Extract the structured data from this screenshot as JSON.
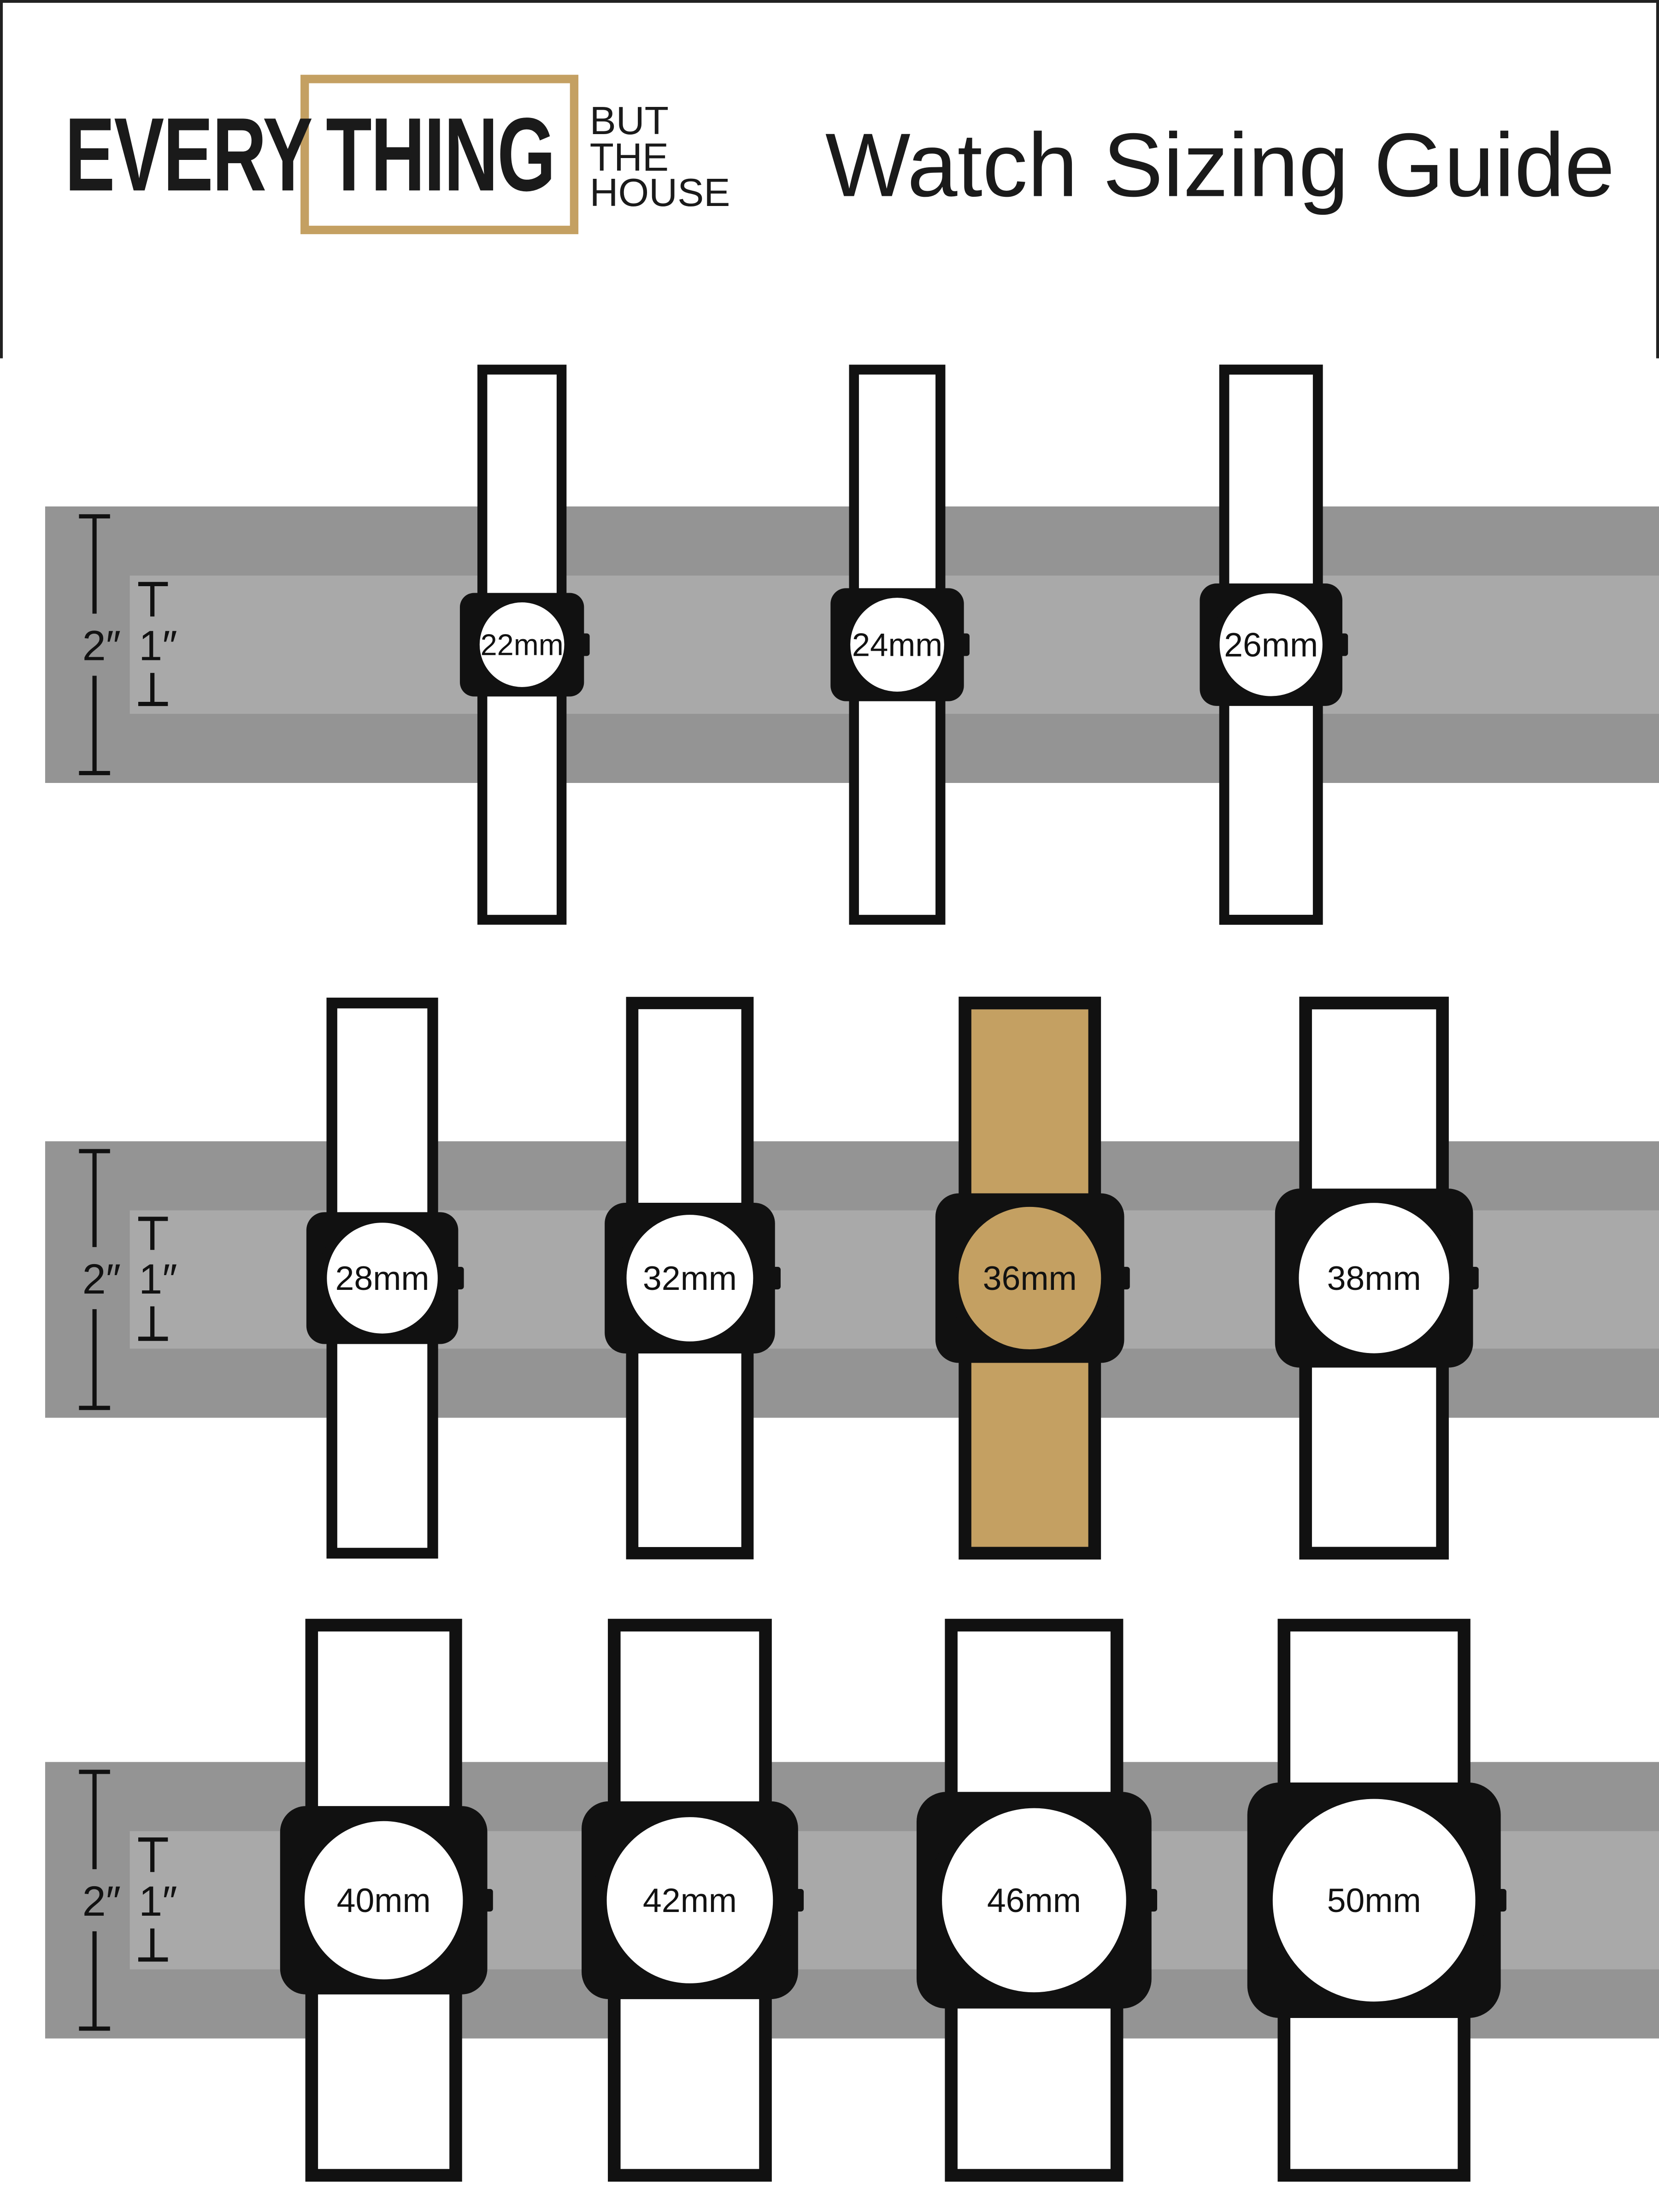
{
  "header": {
    "logo_every": "EVERY",
    "logo_thing": "THING",
    "logo_but": "BUT",
    "logo_the": "THE",
    "logo_house": "HOUSE",
    "title": "Watch Sizing Guide"
  },
  "scale_labels": {
    "two_inch": "2″",
    "one_inch": "1″"
  },
  "colors": {
    "outer_band": "#949494",
    "inner_band": "#a9a9a9",
    "outline": "#111111",
    "highlight": "#c4a062",
    "logo_gold": "#c4a062"
  },
  "watch_rows": [
    {
      "watches": [
        {
          "label": "22mm",
          "size_mm": 22,
          "highlighted": false
        },
        {
          "label": "24mm",
          "size_mm": 24,
          "highlighted": false
        },
        {
          "label": "26mm",
          "size_mm": 26,
          "highlighted": false
        }
      ]
    },
    {
      "watches": [
        {
          "label": "28mm",
          "size_mm": 28,
          "highlighted": false
        },
        {
          "label": "32mm",
          "size_mm": 32,
          "highlighted": false
        },
        {
          "label": "36mm",
          "size_mm": 36,
          "highlighted": true
        },
        {
          "label": "38mm",
          "size_mm": 38,
          "highlighted": false
        }
      ]
    },
    {
      "watches": [
        {
          "label": "40mm",
          "size_mm": 40,
          "highlighted": false
        },
        {
          "label": "42mm",
          "size_mm": 42,
          "highlighted": false
        },
        {
          "label": "46mm",
          "size_mm": 46,
          "highlighted": false
        },
        {
          "label": "50mm",
          "size_mm": 50,
          "highlighted": false
        }
      ]
    }
  ]
}
